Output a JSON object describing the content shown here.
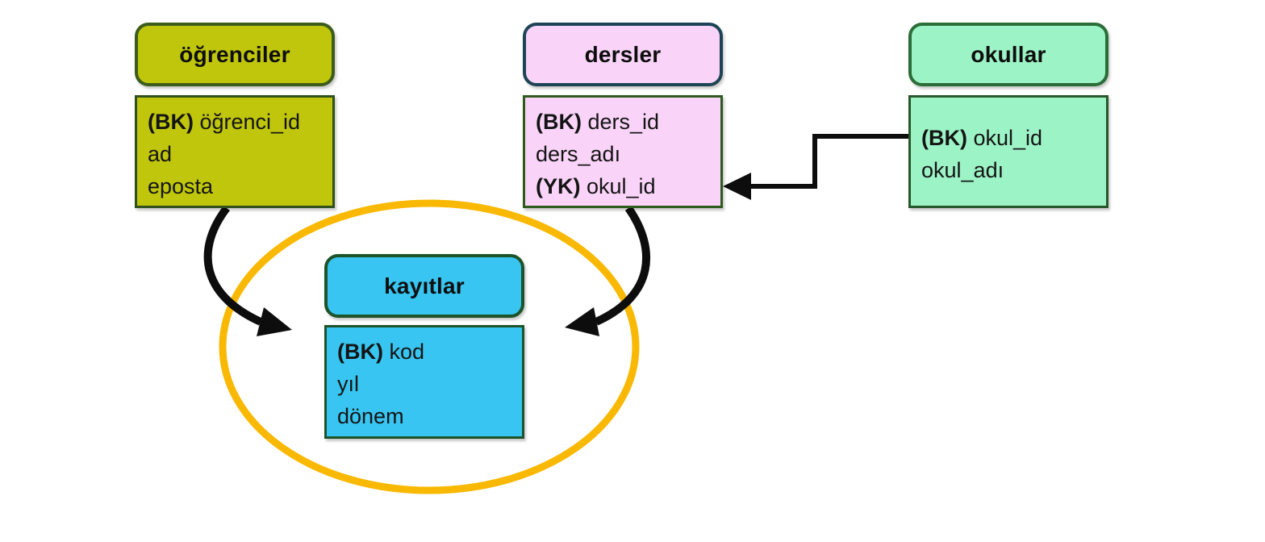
{
  "diagram": {
    "type": "entity-relationship",
    "language": "tr",
    "background": "#ffffff"
  },
  "tables": [
    {
      "id": "ogrenciler",
      "title": "öğrenciler",
      "fill": "#c0c60c",
      "header_border": "#3c5c1b",
      "body_border": "#30511c",
      "fields": [
        {
          "key": "(BK) ",
          "name": "öğrenci_id"
        },
        {
          "key": "",
          "name": "ad"
        },
        {
          "key": "",
          "name": "eposta"
        }
      ]
    },
    {
      "id": "dersler",
      "title": "dersler",
      "fill": "#f9d4f8",
      "header_border": "#1d4456",
      "body_border": "#2e5a1e",
      "fields": [
        {
          "key": "(BK) ",
          "name": "ders_id"
        },
        {
          "key": "",
          "name": "ders_adı"
        },
        {
          "key": "(YK) ",
          "name": "okul_id"
        }
      ]
    },
    {
      "id": "okullar",
      "title": "okullar",
      "fill": "#9cf3c6",
      "header_border": "#2b6d38",
      "body_border": "#27582a",
      "fields": [
        {
          "key": "(BK) ",
          "name": "okul_id"
        },
        {
          "key": "",
          "name": "okul_adı"
        }
      ]
    },
    {
      "id": "kayitlar",
      "title": "kayıtlar",
      "fill": "#38c5f1",
      "header_border": "#1d5328",
      "body_border": "#1d5328",
      "fields": [
        {
          "key": "(BK) ",
          "name": "kod"
        },
        {
          "key": "",
          "name": "yıl"
        },
        {
          "key": "",
          "name": "dönem"
        }
      ]
    }
  ],
  "annotations": {
    "ellipse_color": "#f9b802",
    "arrow_color": "#0d0d0d",
    "key_legend_primary": "(BK)",
    "key_legend_foreign": "(YK)"
  }
}
